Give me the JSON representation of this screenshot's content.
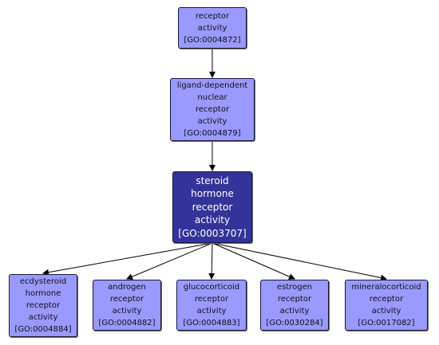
{
  "nodes": [
    {
      "id": "n1",
      "lines": [
        "receptor",
        "activity",
        "[GO:0004872]"
      ],
      "focus": false
    },
    {
      "id": "n2",
      "lines": [
        "ligand-dependent",
        "nuclear",
        "receptor",
        "activity",
        "[GO:0004879]"
      ],
      "focus": false
    },
    {
      "id": "n3",
      "lines": [
        "steroid",
        "hormone",
        "receptor",
        "activity",
        "[GO:0003707]"
      ],
      "focus": true
    },
    {
      "id": "n4",
      "lines": [
        "ecdysteroid",
        "hormone",
        "receptor",
        "activity",
        "[GO:0004884]"
      ],
      "focus": false
    },
    {
      "id": "n5",
      "lines": [
        "androgen",
        "receptor",
        "activity",
        "[GO:0004882]"
      ],
      "focus": false
    },
    {
      "id": "n6",
      "lines": [
        "glucocorticoid",
        "receptor",
        "activity",
        "[GO:0004883]"
      ],
      "focus": false
    },
    {
      "id": "n7",
      "lines": [
        "estrogen",
        "receptor",
        "activity",
        "[GO:0030284]"
      ],
      "focus": false
    },
    {
      "id": "n8",
      "lines": [
        "mineralocorticoid",
        "receptor",
        "activity",
        "[GO:0017082]"
      ],
      "focus": false
    }
  ],
  "edges": [
    {
      "from": "n1",
      "to": "n2"
    },
    {
      "from": "n2",
      "to": "n3"
    },
    {
      "from": "n3",
      "to": "n4"
    },
    {
      "from": "n3",
      "to": "n5"
    },
    {
      "from": "n3",
      "to": "n6"
    },
    {
      "from": "n3",
      "to": "n7"
    },
    {
      "from": "n3",
      "to": "n8"
    }
  ],
  "colors": {
    "node_fill": "#9999ff",
    "focus_fill": "#333399",
    "edge": "#000000"
  }
}
